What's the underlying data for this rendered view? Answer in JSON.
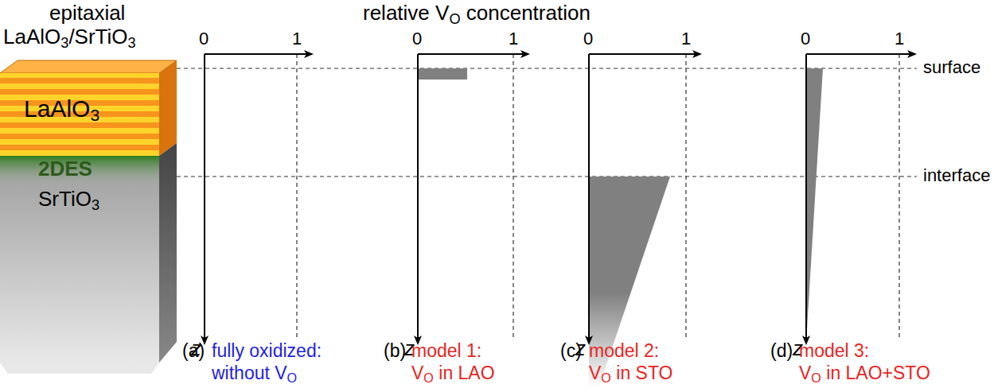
{
  "diagram": {
    "nodes": [
      {
        "text": [
          "LaAlO3"
        ]
      },
      {
        "text": [
          "2DES"
        ]
      },
      {
        "text": [
          "SrTiO3"
        ]
      }
    ],
    "labels": [
      "epitaxial",
      "LaAlO3/SrTiO3",
      "relative VO concentration",
      "0",
      "1",
      "z",
      "0",
      "1",
      "z",
      "0",
      "1",
      "z",
      "0",
      "1",
      "z",
      "surface",
      "interface",
      "(a)",
      "fully oxidized: without VO",
      "(b)",
      "model 1: VO in LAO",
      "(c)",
      "model 2: VO in STO",
      "(d)",
      "model 3: VO in LAO+STO"
    ]
  }
}
